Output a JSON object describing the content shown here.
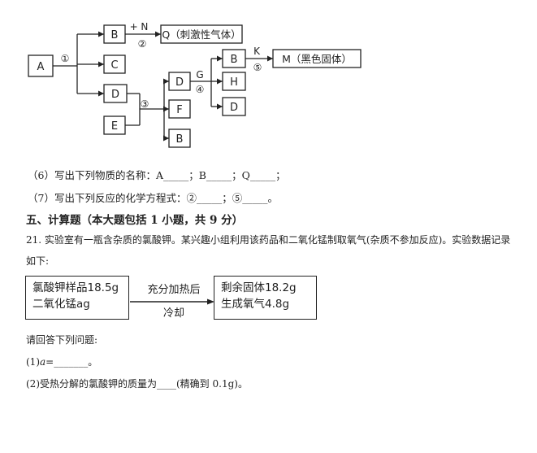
{
  "flow": {
    "A": "A",
    "B1": "B",
    "C": "C",
    "D1": "D",
    "E": "E",
    "D2": "D",
    "F": "F",
    "B3": "B",
    "B2": "B",
    "H": "H",
    "D3": "D",
    "Q": "Q（刺激性气体）",
    "M": "M（黑色固体）",
    "step1": "①",
    "step2": "②",
    "step3": "③",
    "step4": "④",
    "step5": "⑤",
    "plusN": "+ N",
    "G": "G",
    "K": "K"
  },
  "q6": "（6）写出下列物质的名称：A_____；B_____；Q_____；",
  "q7": "（7）写出下列反应的化学方程式：②_____；⑤_____。",
  "section_title": "五、计算题（本大题包括 1 小题，共 9 分）",
  "q21_line1": "21. 实验室有一瓶含杂质的氯酸钾。某兴趣小组利用该药品和二氧化锰制取氧气(杂质不参加反应)。实验数据记录",
  "q21_line2": "如下:",
  "exp": {
    "left_line1": "氯酸钾样品18.5g",
    "left_line2": "二氧化锰ag",
    "arrow_top": "充分加热后",
    "arrow_bottom": "冷却",
    "right_line1": "剩余固体18.2g",
    "right_line2": "生成氧气4.8g"
  },
  "prompt": "请回答下列问题:",
  "sub1_prefix": "(1)",
  "sub1_var": "a",
  "sub1_suffix": "=_______。",
  "sub2": "(2)受热分解的氯酸钾的质量为____(精确到 0.1g)。"
}
